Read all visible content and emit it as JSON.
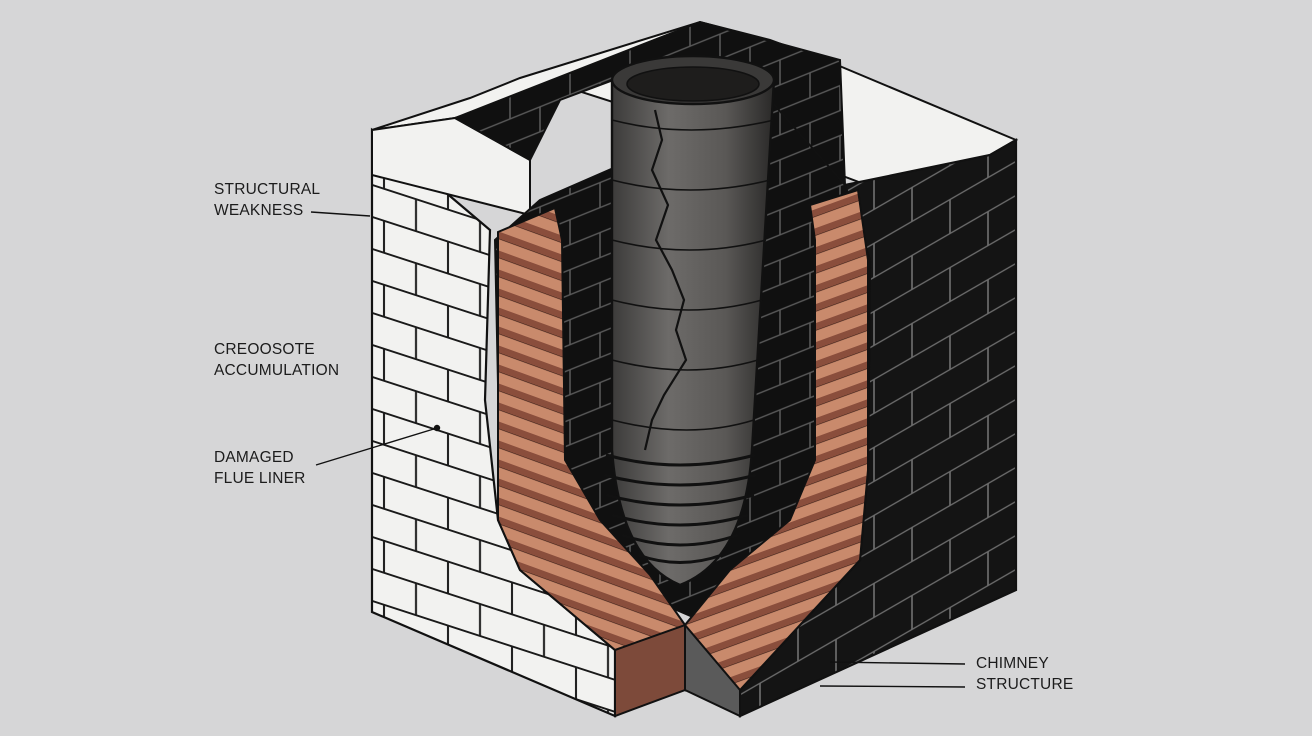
{
  "labels": {
    "structural_weakness": {
      "line1": "STRUCTURAL",
      "line2": "WEAKNESS"
    },
    "creosote_accumulation": {
      "line1": "CREOOSOTE",
      "line2": "ACCUMULATION"
    },
    "damaged_flue_liner": {
      "line1": "DAMAGED",
      "line2": "FLUE LINER"
    },
    "chimney_structure": {
      "line1": "CHIMNEY",
      "line2": "STRUCTURE"
    }
  },
  "colors": {
    "background": "#d6d6d7",
    "white_brick": "#f2f2f0",
    "dark_brick": "#141414",
    "red_brick": "#c98a6c",
    "flue_liner": "#5e5c5a",
    "outline": "#111111"
  }
}
